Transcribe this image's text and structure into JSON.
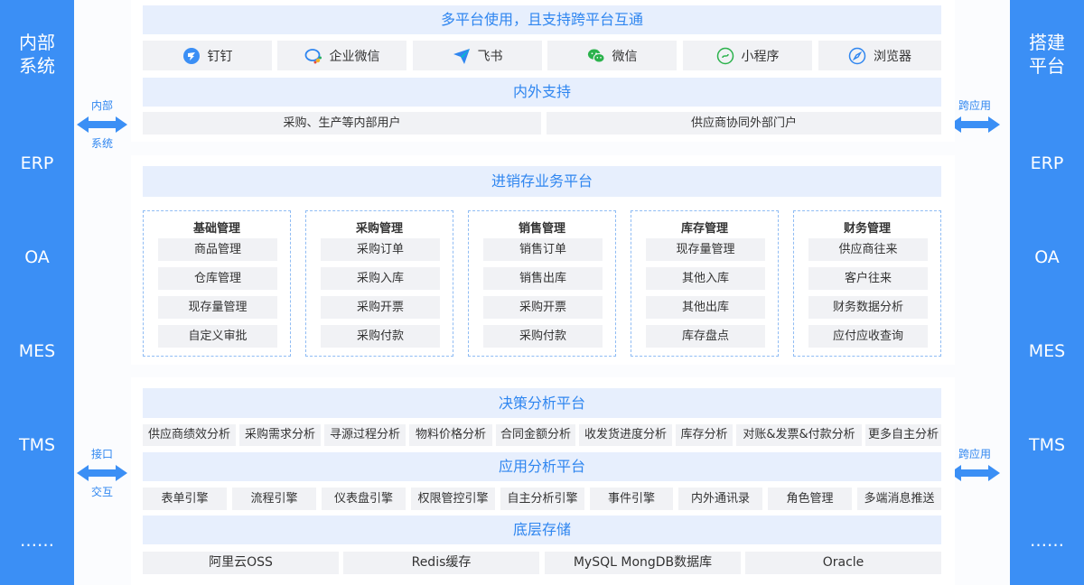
{
  "left_panel": {
    "title_line1": "内部",
    "title_line2": "系统",
    "items": [
      "ERP",
      "OA",
      "MES",
      "TMS",
      "……"
    ]
  },
  "right_panel": {
    "title_line1": "搭建",
    "title_line2": "平台",
    "items": [
      "ERP",
      "OA",
      "MES",
      "TMS",
      "……"
    ]
  },
  "connectors": {
    "left_top": {
      "line1": "内部",
      "line2": "系统"
    },
    "left_bottom": {
      "line1": "接口",
      "line2": "交互"
    },
    "right_top": {
      "line1": "跨应用"
    },
    "right_bottom": {
      "line1": "跨应用"
    }
  },
  "section1": {
    "header": "多平台使用，且支持跨平台互通",
    "platforms": [
      {
        "label": "钉钉",
        "icon": "dingtalk-icon"
      },
      {
        "label": "企业微信",
        "icon": "wecom-icon"
      },
      {
        "label": "飞书",
        "icon": "feishu-icon"
      },
      {
        "label": "微信",
        "icon": "wechat-icon"
      },
      {
        "label": "小程序",
        "icon": "miniprogram-icon"
      },
      {
        "label": "浏览器",
        "icon": "browser-icon"
      }
    ],
    "support_header": "内外支持",
    "support_items": [
      "采购、生产等内部用户",
      "供应商协同外部门户"
    ]
  },
  "section2": {
    "header": "进销存业务平台",
    "groups": [
      {
        "title": "基础管理",
        "items": [
          "商品管理",
          "仓库管理",
          "现存量管理",
          "自定义审批"
        ]
      },
      {
        "title": "采购管理",
        "items": [
          "采购订单",
          "采购入库",
          "采购开票",
          "采购付款"
        ]
      },
      {
        "title": "销售管理",
        "items": [
          "销售订单",
          "销售出库",
          "采购开票",
          "采购付款"
        ]
      },
      {
        "title": "库存管理",
        "items": [
          "现存量管理",
          "其他入库",
          "其他出库",
          "库存盘点"
        ]
      },
      {
        "title": "财务管理",
        "items": [
          "供应商往来",
          "客户往来",
          "财务数据分析",
          "应付应收查询"
        ]
      }
    ]
  },
  "section3": {
    "decision_header": "决策分析平台",
    "decision_items": [
      "供应商绩效分析",
      "采购需求分析",
      "寻源过程分析",
      "物料价格分析",
      "合同金额分析",
      "收发货进度分析",
      "库存分析",
      "对账&发票&付款分析",
      "更多自主分析"
    ],
    "app_header": "应用分析平台",
    "app_items": [
      "表单引擎",
      "流程引擎",
      "仪表盘引擎",
      "权限管控引擎",
      "自主分析引擎",
      "事件引擎",
      "内外通讯录",
      "角色管理",
      "多端消息推送"
    ],
    "storage_header": "底层存储",
    "storage_items": [
      "阿里云OSS",
      "Redis缓存",
      "MySQL MongDB数据库",
      "Oracle"
    ]
  },
  "colors": {
    "accent": "#3b8ff5",
    "header_bg": "#e7effd",
    "chip_bg": "#f1f2f5"
  }
}
